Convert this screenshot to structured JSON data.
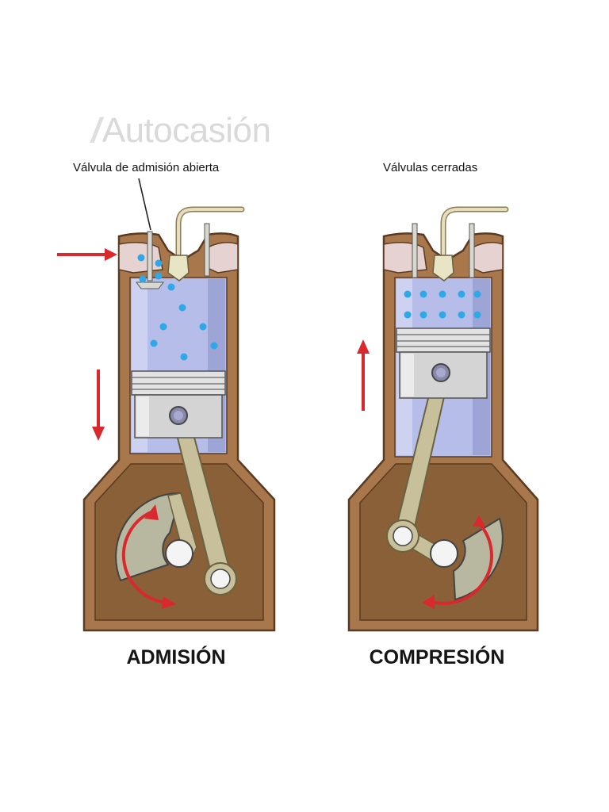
{
  "watermark": {
    "slash": "/",
    "text": "Autocasión"
  },
  "left": {
    "annotation": "Válvula de admisión abierta",
    "title": "ADMISIÓN"
  },
  "right": {
    "annotation": "Válvulas cerradas",
    "title": "COMPRESIÓN"
  },
  "colors": {
    "engine_block": "#a8784c",
    "block_outline": "#5a3a20",
    "cylinder": "#b5bde8",
    "piston": "#d4d4d4",
    "rod": "#c8c09a",
    "fuel_drops": "#2ea8e6",
    "arrows": "#d9282e",
    "intake_pipe": "#e6d2d0"
  },
  "icons": [
    "intake-arrow-icon",
    "piston-down-arrow-icon",
    "piston-up-arrow-icon",
    "crank-rotation-arrow-icon"
  ]
}
